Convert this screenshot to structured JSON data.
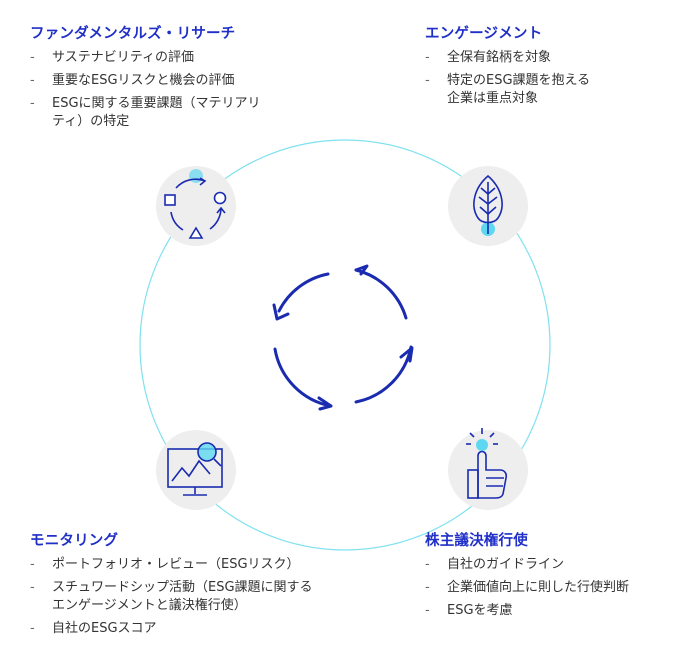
{
  "sections": {
    "fundamental": {
      "title": "ファンダメンタルズ・リサーチ",
      "items": [
        "サステナビリティの評価",
        "重要なESGリスクと機会の評価",
        "ESGに関する重要課題（マテリアリ\nティ）の特定"
      ],
      "icon": "cycle-process-icon"
    },
    "engagement": {
      "title": "エンゲージメント",
      "items": [
        "全保有銘柄を対象",
        "特定のESG課題を抱える\n企業は重点対象"
      ],
      "icon": "leaf-icon"
    },
    "monitoring": {
      "title": "モニタリング",
      "items": [
        "ポートフォリオ・レビュー（ESGリスク）",
        "スチュワードシップ活動（ESG課題に関する\nエンゲージメントと議決権行使）",
        "自社のESGスコア"
      ],
      "icon": "monitor-chart-icon"
    },
    "voting": {
      "title": "株主議決権行使",
      "items": [
        "自社のガイドライン",
        "企業価値向上に則した行使判断",
        "ESGを考慮"
      ],
      "icon": "thumbs-up-icon"
    }
  },
  "colors": {
    "title": "#1f2fc8",
    "arrows": "#1a2bb0",
    "ring": "#7fe1ef",
    "accent": "#5ed8f0",
    "icon_bg": "#eeeeee"
  }
}
